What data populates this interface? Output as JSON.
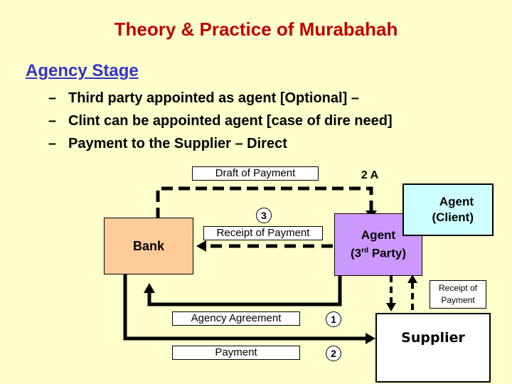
{
  "title": "Theory & Practice of Murabahah",
  "subtitle": "Agency Stage",
  "bullets": [
    "Third party appointed as agent [Optional] –",
    "Clint can be appointed agent [case of dire need]",
    "Payment to the Supplier – Direct"
  ],
  "bullet_marker": "–",
  "diagram": {
    "bank": "Bank",
    "agent_client_line1": "Agent",
    "agent_client_line2": "(Client)",
    "agent_third_line1": "Agent",
    "agent_third_line2_pre": "(3",
    "agent_third_line2_sup": "rd",
    "agent_third_line2_post": " Party)",
    "supplier": "Supplier",
    "draft_of_payment": "Draft of Payment",
    "step_2a": "2 A",
    "step_3": "3",
    "receipt_of_payment": "Receipt of Payment",
    "receipt_of_payment_small_1": "Receipt of",
    "receipt_of_payment_small_2": "Payment",
    "agency_agreement": "Agency Agreement",
    "step_1": "1",
    "payment": "Payment",
    "step_2": "2"
  },
  "colors": {
    "title": "#c00000",
    "subtitle": "#3333cc",
    "background": "#ffffcc",
    "bank_fill": "#ffcc99",
    "agent_client_fill": "#ccffff",
    "agent_third_fill": "#cc99ff",
    "supplier_fill": "#ffffff"
  }
}
